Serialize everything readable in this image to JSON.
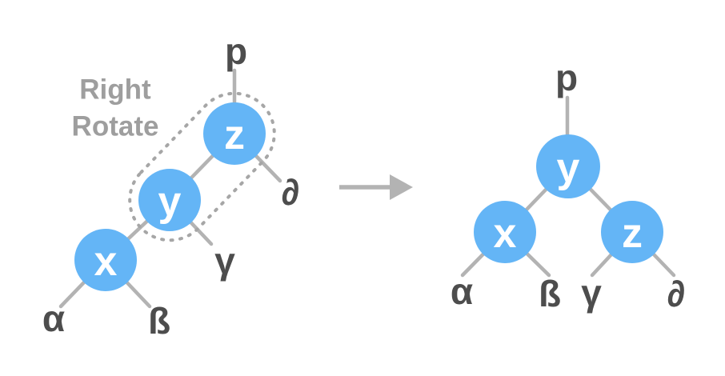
{
  "diagram": {
    "operation_label": {
      "line1": "Right",
      "line2": "Rotate"
    },
    "colors": {
      "background": "#ffffff",
      "node_fill": "#64b5f6",
      "node_text": "#ffffff",
      "edge": "#b3b3b3",
      "label_text": "#4d4d4d",
      "operation_text": "#9e9e9e",
      "group_outline": "#a6a6a6",
      "arrow": "#b3b3b3"
    },
    "before_tree": {
      "parent": "p",
      "root": "z",
      "root_left": "y",
      "left_left": "x",
      "leaf_alpha": "α",
      "leaf_beta": "ß",
      "leaf_gamma": "γ",
      "leaf_delta": "∂"
    },
    "after_tree": {
      "parent": "p",
      "root": "y",
      "left": "x",
      "right": "z",
      "leaf_alpha": "α",
      "leaf_beta": "ß",
      "leaf_gamma": "γ",
      "leaf_delta": "∂"
    }
  }
}
